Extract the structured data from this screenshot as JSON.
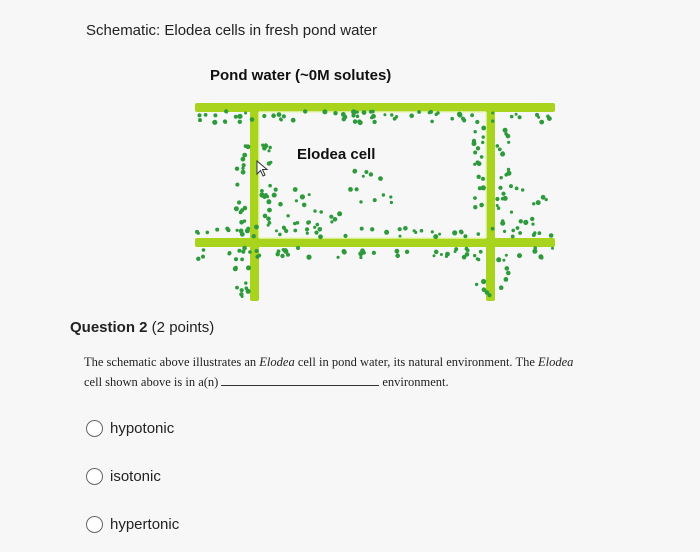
{
  "header": {
    "title": "Schematic: Elodea cells in fresh pond water"
  },
  "diagram": {
    "heading": "Pond water (~0M solutes)",
    "cell_label": "Elodea cell",
    "colors": {
      "wall": "#a8d41e",
      "chloroplast": "#2d9a3c",
      "background": "#f7f7f7"
    }
  },
  "question": {
    "number_label": "Question 2",
    "points_label": " (2 points)",
    "text_part1": "The schematic above illustrates an ",
    "text_italic1": "Elodea",
    "text_part2": " cell in pond water, its natural environment. The ",
    "text_italic2": "Elodea",
    "text_part3": " cell shown above is in a(n)",
    "text_part4": "environment.",
    "options": [
      {
        "label": "hypotonic",
        "icon": "radio-unselected"
      },
      {
        "label": "isotonic",
        "icon": "radio-unselected"
      },
      {
        "label": "hypertonic",
        "icon": "radio-unselected"
      }
    ]
  }
}
